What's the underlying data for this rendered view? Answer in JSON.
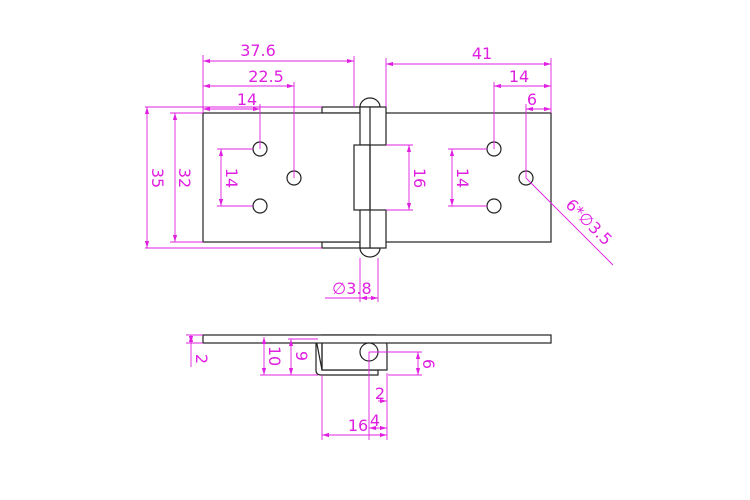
{
  "drawing": {
    "title": "Flag hinge dimension drawing",
    "color_dimension": "#e020e0",
    "color_outline": "#222222",
    "top_view": {
      "dims": {
        "overall_left_to_knuckle": "37.6",
        "right_leaf_width": "41",
        "left_center_hole": "22.5",
        "left_hole_offset": "14",
        "right_hole_offset": "14",
        "right_edge_hole": "6",
        "overall_height": "35",
        "leaf_height": "32",
        "left_hole_spacing": "14",
        "knuckle_gap": "16",
        "right_hole_spacing": "14",
        "hole_callout": "6*∅3.5",
        "pin_diameter": "∅3.8"
      }
    },
    "side_view": {
      "dims": {
        "plate_thickness": "2",
        "total_height": "10",
        "knuckle_height": "9",
        "pin_height": "6",
        "offset_2": "2",
        "offset_4": "4",
        "knuckle_width": "16"
      }
    }
  }
}
